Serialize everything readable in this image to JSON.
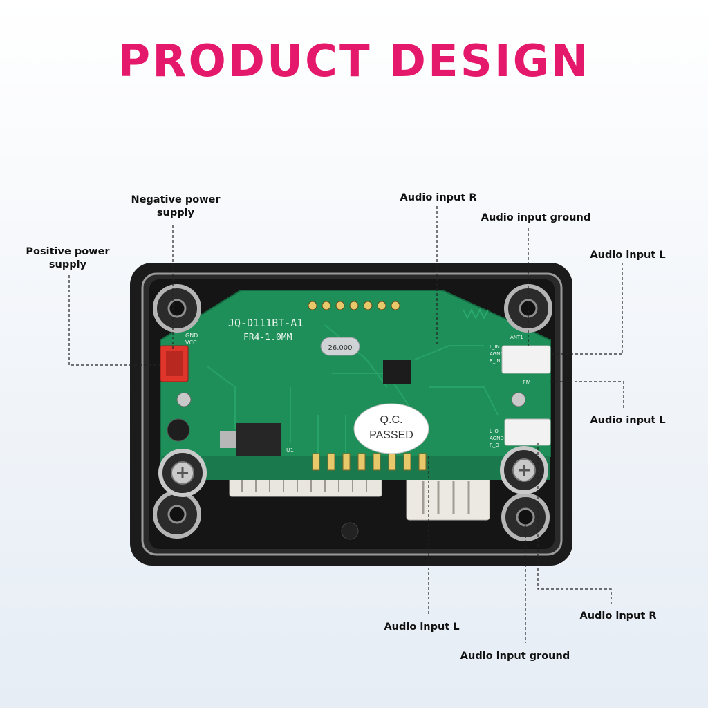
{
  "title": "PRODUCT DESIGN",
  "colors": {
    "title": "#e5196b",
    "pcb": "#1f8f5a",
    "frame": "#1b1b1b"
  },
  "labels": {
    "negative_power_line1": "Negative power",
    "negative_power_line2": "supply",
    "positive_power_line1": "Positive power",
    "positive_power_line2": "supply",
    "audio_input_r_top": "Audio input R",
    "audio_input_ground_top": "Audio input ground",
    "audio_input_l_top": "Audio input L",
    "audio_input_l_mid": "Audio input L",
    "audio_input_l_bottom": "Audio input L",
    "audio_input_r_bottom": "Audio input R",
    "audio_input_ground_bottom": "Audio input ground"
  },
  "board": {
    "model": "JQ-D111BT-A1",
    "spec": "FR4-1.0MM",
    "crystal": "26.000",
    "gnd": "GND",
    "vcc": "VCC",
    "qc_line1": "Q.C.",
    "qc_line2": "PASSED",
    "ant": "ANT1",
    "lin": "L_IN",
    "agnd": "AGND",
    "rin": "R_IN",
    "fm": "FM",
    "lo": "L_O",
    "agnd2": "AGND",
    "ro": "R_O",
    "u1": "U1"
  }
}
